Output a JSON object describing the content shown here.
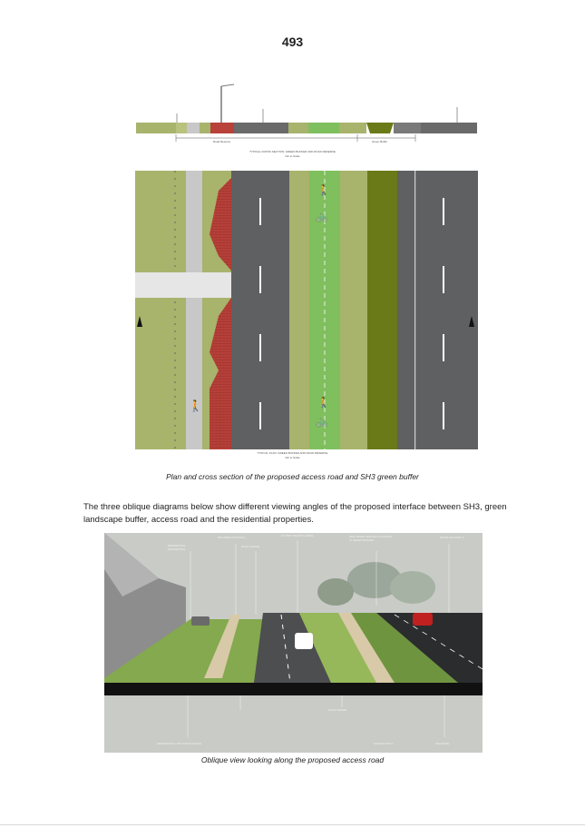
{
  "page": {
    "number": "493"
  },
  "figure1": {
    "section_title": "TYPICAL CROSS SECTION: GREEN BUFFER AND ROAD RESERVE",
    "section_scale": "Not to Scale",
    "plan_title": "TYPICAL PLAN: GREEN BUFFER AND ROAD RESERVE",
    "plan_scale": "Not to Scale",
    "dimension_labels": [
      "Road Reserve",
      "Green Buffer"
    ],
    "caption": "Plan and cross section of the proposed access road and SH3 green buffer"
  },
  "body": {
    "paragraph": "The three oblique diagrams below show different viewing angles of the proposed interface between SH3, green landscape buffer, access road and the residential properties."
  },
  "figure2": {
    "top_labels": [
      "RESIDENTIAL PROPERTIES",
      "500 WIDE FOOTPATH",
      "ROAD VERGE",
      "2X 3500 TRAFFIC LANES",
      "NEW MIXED SPECIES PLANTING IN GREEN BUFFER",
      "STATE HIGHWAY 3"
    ],
    "bottom_labels": [
      "RESIDENTIAL LOW WOOD FENCE",
      "ROAD VERGE",
      "SHARED PATH",
      "SH3 EDGE"
    ],
    "caption": "Oblique view looking along the proposed access road"
  },
  "colors": {
    "grass": "#a8b36c",
    "lane_green": "#7fbf5e",
    "olive": "#6b7a18",
    "road": "#5f6061",
    "footpath": "#c8c8c8",
    "brick": "#b8413a"
  }
}
